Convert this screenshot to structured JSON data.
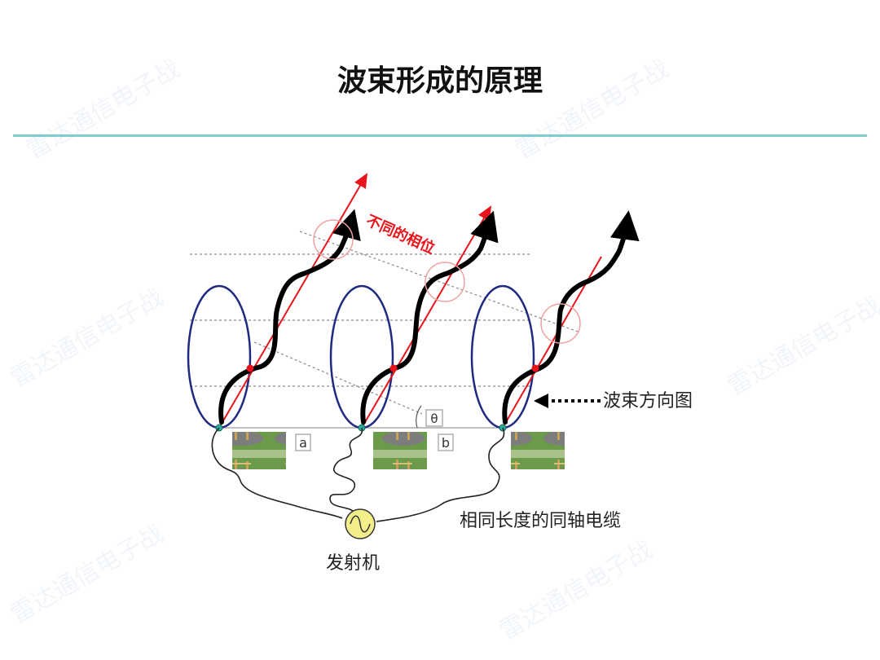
{
  "title": "波束形成的原理",
  "labels": {
    "phase": "不同的相位",
    "beam_direction": "波束方向图",
    "cable": "相同长度的同轴电缆",
    "transmitter": "发射机",
    "a": "a",
    "b": "b",
    "theta": "θ"
  },
  "watermark": "雷达通信电子战",
  "colors": {
    "accent_rule": "#7fcfcf",
    "ellipse": "#1f2a80",
    "phase_arrow": "#e8141b",
    "phase_label": "#e8141b",
    "wave": "#000000",
    "circle": "#f0a0a0",
    "transmitter": "#f2ef8a"
  }
}
